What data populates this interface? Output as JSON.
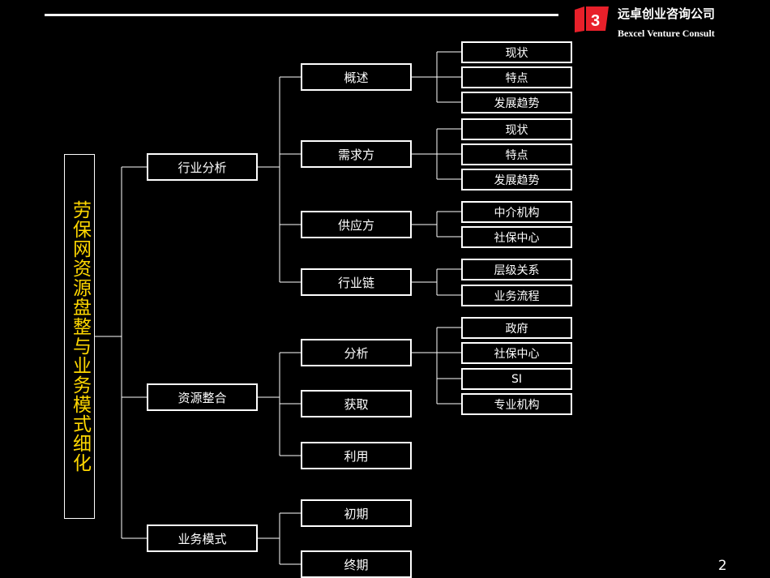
{
  "header": {
    "company_cn": "远卓创业咨询公司",
    "company_en": "Bexcel Venture Consult",
    "logo_icon": "bexcel-red-logo-icon",
    "logo_color": "#e8202a"
  },
  "root": {
    "label": "劳保网资源盘整与业务模式细化",
    "color": "#ffd700"
  },
  "branches": [
    {
      "label": "行业分析",
      "children": [
        {
          "label": "概述",
          "children": [
            "现状",
            "特点",
            "发展趋势"
          ]
        },
        {
          "label": "需求方",
          "children": [
            "现状",
            "特点",
            "发展趋势"
          ]
        },
        {
          "label": "供应方",
          "children": [
            "中介机构",
            "社保中心"
          ]
        },
        {
          "label": "行业链",
          "children": [
            "层级关系",
            "业务流程"
          ]
        }
      ]
    },
    {
      "label": "资源整合",
      "children": [
        {
          "label": "分析",
          "children": [
            "政府",
            "社保中心",
            "SI",
            "专业机构"
          ]
        },
        {
          "label": "获取",
          "children": []
        },
        {
          "label": "利用",
          "children": []
        }
      ]
    },
    {
      "label": "业务模式",
      "children": [
        {
          "label": "初期",
          "children": []
        },
        {
          "label": "终期",
          "children": []
        }
      ]
    }
  ],
  "page_number": "2"
}
